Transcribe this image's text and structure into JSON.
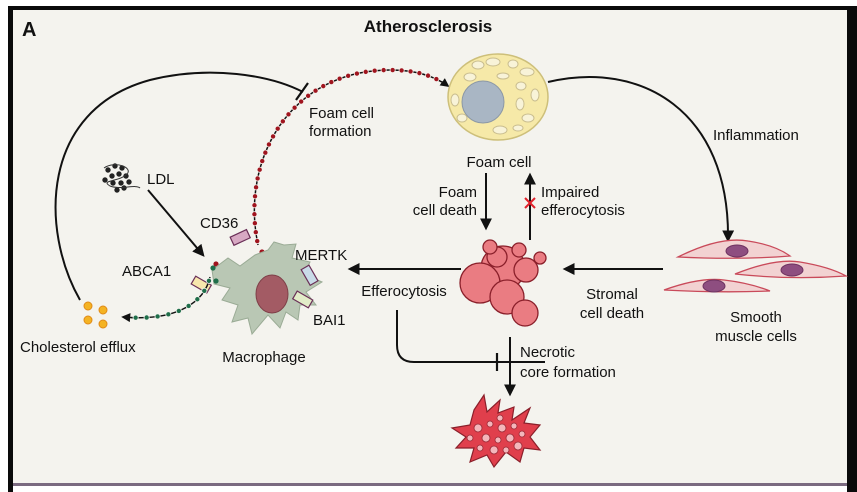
{
  "panel_letter": "A",
  "title": "Atherosclerosis",
  "colors": {
    "background": "#f4f3ee",
    "frame": "#0a0a0a",
    "bottom_rule": "#7a6a80",
    "foam_cell_fill": "#f6e9a8",
    "foam_cell_nucleus": "#a9b6c4",
    "macrophage_fill": "#b9c7b4",
    "macrophage_nucleus": "#a35b64",
    "apoptotic_fill": "#ea7c82",
    "necrotic_fill": "#e03f4c",
    "smooth_muscle_fill": "#f2d2d2",
    "smooth_muscle_nucleus": "#8e4e80",
    "red_bead": "#a0141e",
    "green_bead": "#1f6e4a",
    "cholesterol": "#f4b323",
    "block_x": "#e0202a"
  },
  "nodes": {
    "foam_cell": "Foam cell",
    "macrophage": "Macrophage",
    "smooth_muscle": [
      "Smooth",
      "muscle cells"
    ],
    "ldl": "LDL",
    "cholesterol_efflux": "Cholesterol efflux"
  },
  "receptors": {
    "cd36": "CD36",
    "mertk": "MERTK",
    "abca1": "ABCA1",
    "bai1": "BAI1"
  },
  "processes": {
    "foam_cell_formation": [
      "Foam cell",
      "formation"
    ],
    "inflammation": "Inflammation",
    "foam_cell_death": [
      "Foam",
      "cell death"
    ],
    "impaired_efferocytosis": [
      "Impaired",
      "efferocytosis"
    ],
    "efferocytosis": "Efferocytosis",
    "stromal_cell_death": [
      "Stromal",
      "cell death"
    ],
    "necrotic_core_formation": [
      "Necrotic",
      "core formation"
    ]
  }
}
